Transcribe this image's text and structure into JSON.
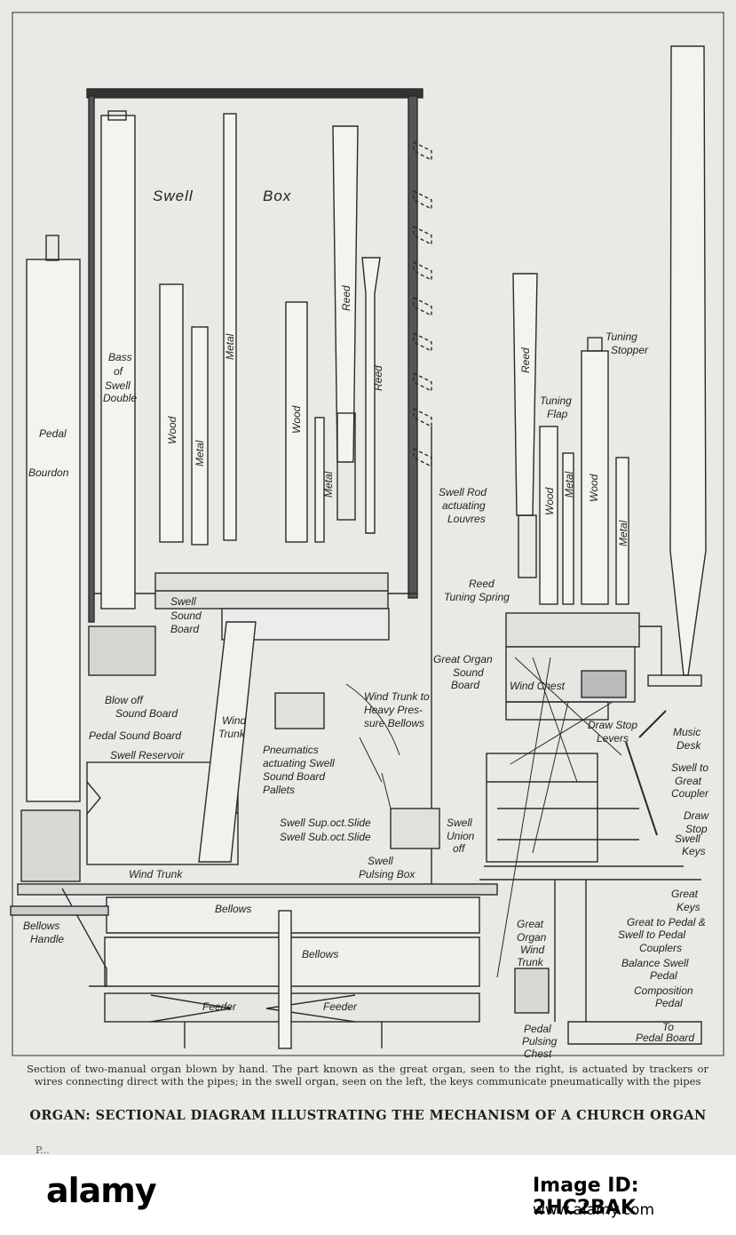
{
  "labels": {
    "swell": "Swell",
    "box": "Box",
    "pedal": "Pedal",
    "bourdon": "Bourdon",
    "bass": "Bass",
    "of": "of",
    "swell2": "Swell",
    "double": "Double",
    "wood1": "Wood",
    "metal1": "Metal",
    "metal2": "Metal",
    "wood2": "Wood",
    "reed1": "Reed",
    "reed2": "Reed",
    "metal3": "Metal",
    "swell_rod": "Swell Rod",
    "actuating": "actuating",
    "louvres": "Louvres",
    "reed3": "Reed",
    "tuning_flap_1": "Tuning",
    "tuning_flap_2": "Flap",
    "wood3": "Wood",
    "metal4": "Metal",
    "wood4": "Wood",
    "metal5": "Metal",
    "tuning_stopper_1": "Tuning",
    "tuning_stopper_2": "Stopper",
    "reed_tuning_spring_1": "Reed",
    "reed_tuning_spring_2": "Tuning Spring",
    "swell_sound_board_1": "Swell",
    "swell_sound_board_2": "Sound",
    "swell_sound_board_3": "Board",
    "great_organ_sb_1": "Great Organ",
    "great_organ_sb_2": "Sound",
    "great_organ_sb_3": "Board",
    "wind_chest": "Wind Chest",
    "blow_off_1": "Blow off",
    "blow_off_2": "Sound Board",
    "wind_trunk_a1": "Wind",
    "wind_trunk_a2": "Trunk",
    "wind_trunk_heavy_1": "Wind Trunk to",
    "wind_trunk_heavy_2": "Heavy Pres-",
    "wind_trunk_heavy_3": "sure Bellows",
    "draw_stop_levers_1": "Draw Stop",
    "draw_stop_levers_2": "Levers",
    "music_desk_1": "Music",
    "music_desk_2": "Desk",
    "pedal_sound_board": "Pedal Sound Board",
    "swell_reservoir": "Swell Reservoir",
    "pneumatics_1": "Pneumatics",
    "pneumatics_2": "actuating Swell",
    "pneumatics_3": "Sound Board",
    "pneumatics_4": "Pallets",
    "swell_to_great_1": "Swell to",
    "swell_to_great_2": "Great",
    "swell_to_great_3": "Coupler",
    "draw_stop_1": "Draw",
    "draw_stop_2": "Stop",
    "swell_keys_1": "Swell",
    "swell_keys_2": "Keys",
    "swell_sup_oct": "Swell Sup.oct.Slide",
    "swell_sub_oct": "Swell Sub.oct.Slide",
    "swell_union_1": "Swell",
    "swell_union_2": "Union",
    "swell_union_3": "off",
    "swell_pulsing_1": "Swell",
    "swell_pulsing_2": "Pulsing Box",
    "wind_trunk_b": "Wind Trunk",
    "great_keys_1": "Great",
    "great_keys_2": "Keys",
    "bellows_upper": "Bellows",
    "bellows_handle_1": "Bellows",
    "bellows_handle_2": "Handle",
    "great_organ_wt_1": "Great",
    "great_organ_wt_2": "Organ",
    "great_organ_wt_3": "Wind",
    "great_organ_wt_4": "Trunk",
    "great_to_pedal_1": "Great to Pedal &",
    "great_to_pedal_2": "Swell to Pedal",
    "great_to_pedal_3": "Couplers",
    "bellows_lower": "Bellows",
    "balance_swell_1": "Balance Swell",
    "balance_swell_2": "Pedal",
    "composition_1": "Composition",
    "composition_2": "Pedal",
    "feeder_1": "Feeder",
    "feeder_2": "Feeder",
    "pedal_pulsing_1": "Pedal",
    "pedal_pulsing_2": "Pulsing",
    "pedal_pulsing_3": "Chest",
    "to_pedal_board_1": "To",
    "to_pedal_board_2": "Pedal Board"
  },
  "caption": "Section of two-manual organ blown by hand. The part known as the great organ, seen to the right, is actuated by trackers or wires connecting direct with the pipes; in the swell organ, seen on the left, the keys communicate pneumatically with the pipes",
  "title": "ORGAN: SECTIONAL DIAGRAM ILLUSTRATING THE MECHANISM OF A CHURCH ORGAN",
  "page_foot": "P...",
  "watermark": {
    "logo": "alamy",
    "image_id": "Image ID: 2HC2BAK",
    "url": "www.alamy.com"
  },
  "colors": {
    "paper": "#e9e9e6",
    "ink": "#222222"
  }
}
